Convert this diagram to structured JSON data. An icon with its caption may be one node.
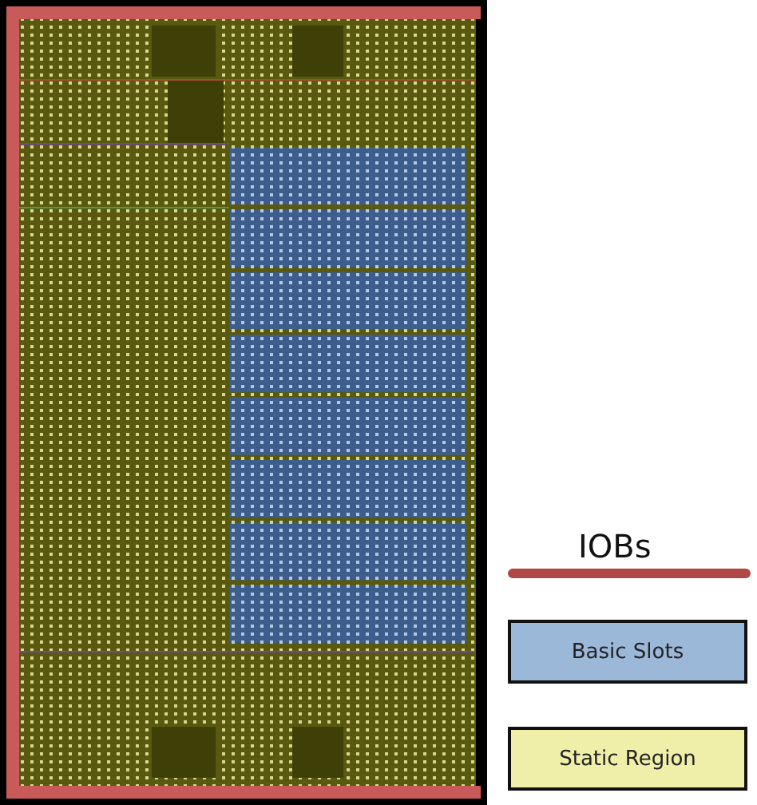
{
  "diagram": {
    "legend": [
      {
        "text": "IOBs"
      },
      {
        "text": "Basic Slots",
        "color": "#9cb8d9"
      },
      {
        "text": "Static Region",
        "color": "#efefaa"
      }
    ]
  }
}
